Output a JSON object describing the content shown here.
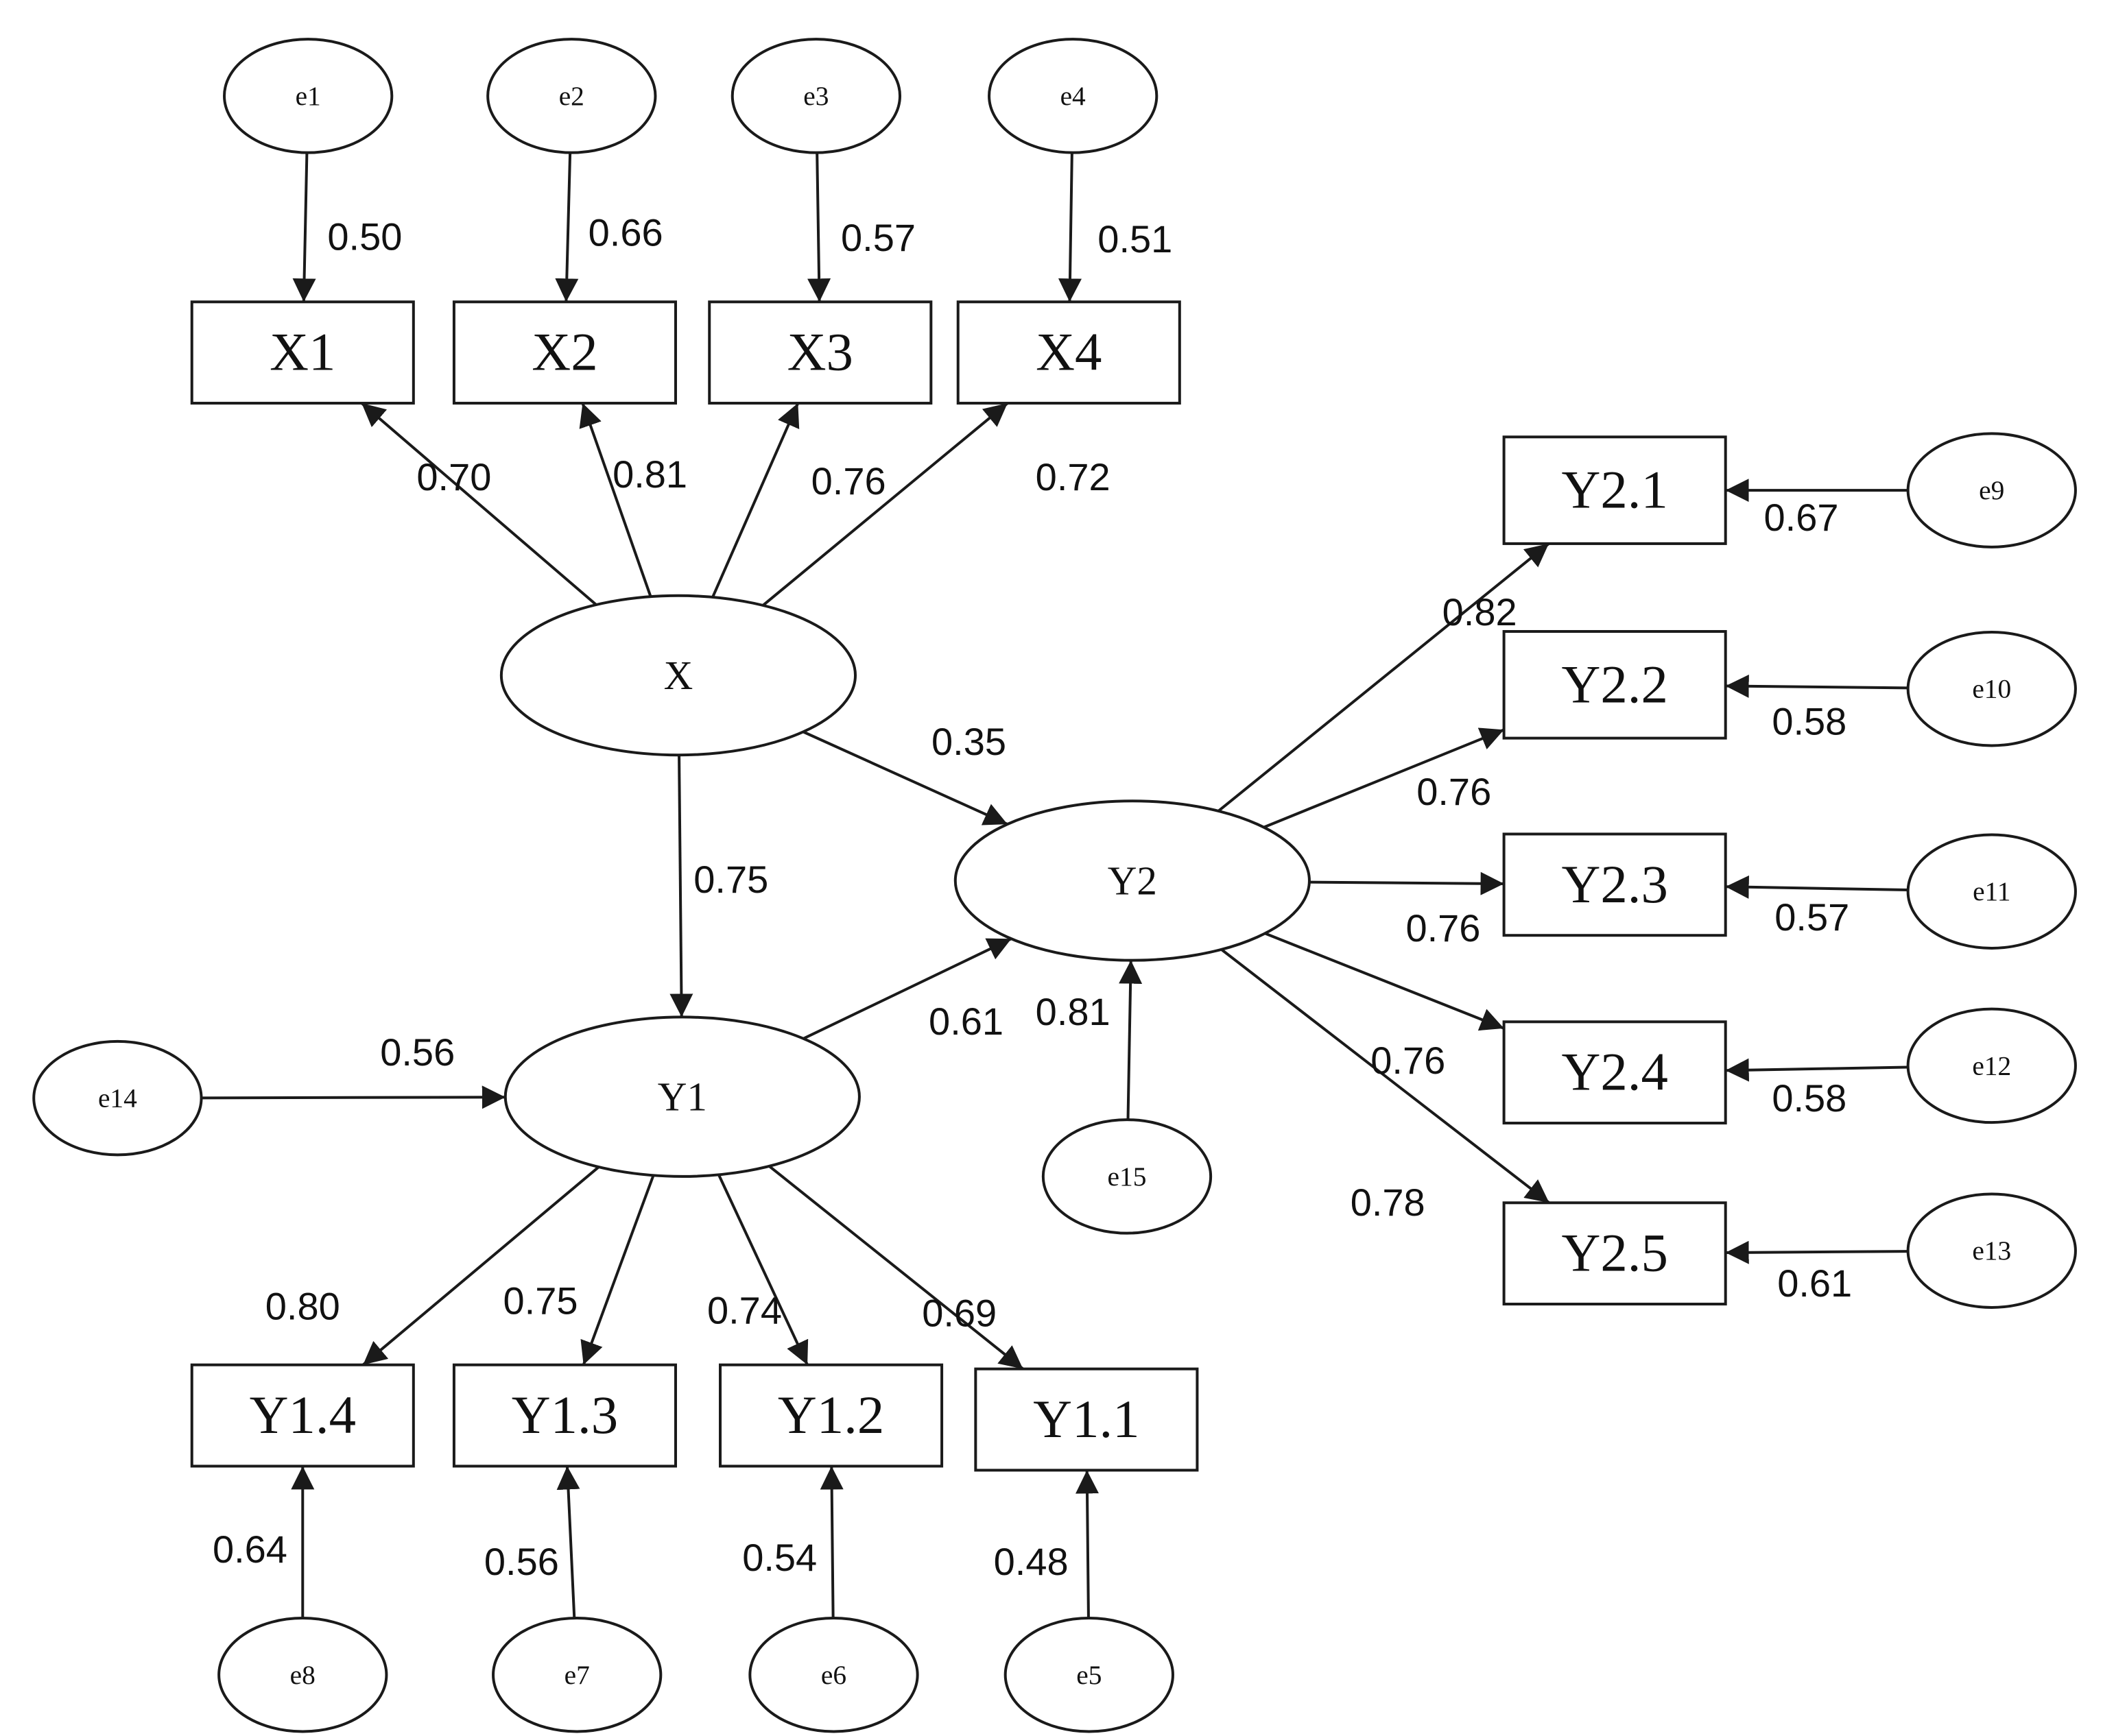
{
  "colors": {
    "stroke": "#1a1a1a",
    "background": "#ffffff",
    "text": "#111111"
  },
  "nodes": [
    {
      "id": "X",
      "label": "X",
      "kind": "latent"
    },
    {
      "id": "Y1",
      "label": "Y1",
      "kind": "latent"
    },
    {
      "id": "Y2",
      "label": "Y2",
      "kind": "latent"
    },
    {
      "id": "X1",
      "label": "X1",
      "kind": "observed"
    },
    {
      "id": "X2",
      "label": "X2",
      "kind": "observed"
    },
    {
      "id": "X3",
      "label": "X3",
      "kind": "observed"
    },
    {
      "id": "X4",
      "label": "X4",
      "kind": "observed"
    },
    {
      "id": "Y1.1",
      "label": "Y1.1",
      "kind": "observed"
    },
    {
      "id": "Y1.2",
      "label": "Y1.2",
      "kind": "observed"
    },
    {
      "id": "Y1.3",
      "label": "Y1.3",
      "kind": "observed"
    },
    {
      "id": "Y1.4",
      "label": "Y1.4",
      "kind": "observed"
    },
    {
      "id": "Y2.1",
      "label": "Y2.1",
      "kind": "observed"
    },
    {
      "id": "Y2.2",
      "label": "Y2.2",
      "kind": "observed"
    },
    {
      "id": "Y2.3",
      "label": "Y2.3",
      "kind": "observed"
    },
    {
      "id": "Y2.4",
      "label": "Y2.4",
      "kind": "observed"
    },
    {
      "id": "Y2.5",
      "label": "Y2.5",
      "kind": "observed"
    },
    {
      "id": "e1",
      "label": "e1",
      "kind": "error"
    },
    {
      "id": "e2",
      "label": "e2",
      "kind": "error"
    },
    {
      "id": "e3",
      "label": "e3",
      "kind": "error"
    },
    {
      "id": "e4",
      "label": "e4",
      "kind": "error"
    },
    {
      "id": "e5",
      "label": "e5",
      "kind": "error"
    },
    {
      "id": "e6",
      "label": "e6",
      "kind": "error"
    },
    {
      "id": "e7",
      "label": "e7",
      "kind": "error"
    },
    {
      "id": "e8",
      "label": "e8",
      "kind": "error"
    },
    {
      "id": "e9",
      "label": "e9",
      "kind": "error"
    },
    {
      "id": "e10",
      "label": "e10",
      "kind": "error"
    },
    {
      "id": "e11",
      "label": "e11",
      "kind": "error"
    },
    {
      "id": "e12",
      "label": "e12",
      "kind": "error"
    },
    {
      "id": "e13",
      "label": "e13",
      "kind": "error"
    },
    {
      "id": "e14",
      "label": "e14",
      "kind": "error"
    },
    {
      "id": "e15",
      "label": "e15",
      "kind": "error"
    }
  ],
  "edges": [
    {
      "from": "e1",
      "to": "X1",
      "label": "0.50"
    },
    {
      "from": "e2",
      "to": "X2",
      "label": "0.66"
    },
    {
      "from": "e3",
      "to": "X3",
      "label": "0.57"
    },
    {
      "from": "e4",
      "to": "X4",
      "label": "0.51"
    },
    {
      "from": "X",
      "to": "X1",
      "label": "0.70"
    },
    {
      "from": "X",
      "to": "X2",
      "label": "0.81"
    },
    {
      "from": "X",
      "to": "X3",
      "label": "0.76"
    },
    {
      "from": "X",
      "to": "X4",
      "label": "0.72"
    },
    {
      "from": "X",
      "to": "Y2",
      "label": "0.35"
    },
    {
      "from": "X",
      "to": "Y1",
      "label": "0.75"
    },
    {
      "from": "Y1",
      "to": "Y2",
      "label": "0.61"
    },
    {
      "from": "e14",
      "to": "Y1",
      "label": "0.56"
    },
    {
      "from": "e15",
      "to": "Y2",
      "label": "0.81"
    },
    {
      "from": "Y1",
      "to": "Y1.4",
      "label": "0.80"
    },
    {
      "from": "Y1",
      "to": "Y1.3",
      "label": "0.75"
    },
    {
      "from": "Y1",
      "to": "Y1.2",
      "label": "0.74"
    },
    {
      "from": "Y1",
      "to": "Y1.1",
      "label": "0.69"
    },
    {
      "from": "e8",
      "to": "Y1.4",
      "label": "0.64"
    },
    {
      "from": "e7",
      "to": "Y1.3",
      "label": "0.56"
    },
    {
      "from": "e6",
      "to": "Y1.2",
      "label": "0.54"
    },
    {
      "from": "e5",
      "to": "Y1.1",
      "label": "0.48"
    },
    {
      "from": "Y2",
      "to": "Y2.1",
      "label": "0.82"
    },
    {
      "from": "Y2",
      "to": "Y2.2",
      "label": "0.76"
    },
    {
      "from": "Y2",
      "to": "Y2.3",
      "label": "0.76"
    },
    {
      "from": "Y2",
      "to": "Y2.4",
      "label": "0.76"
    },
    {
      "from": "Y2",
      "to": "Y2.5",
      "label": "0.78"
    },
    {
      "from": "e9",
      "to": "Y2.1",
      "label": "0.67"
    },
    {
      "from": "e10",
      "to": "Y2.2",
      "label": "0.58"
    },
    {
      "from": "e11",
      "to": "Y2.3",
      "label": "0.57"
    },
    {
      "from": "e12",
      "to": "Y2.4",
      "label": "0.58"
    },
    {
      "from": "e13",
      "to": "Y2.5",
      "label": "0.61"
    }
  ]
}
